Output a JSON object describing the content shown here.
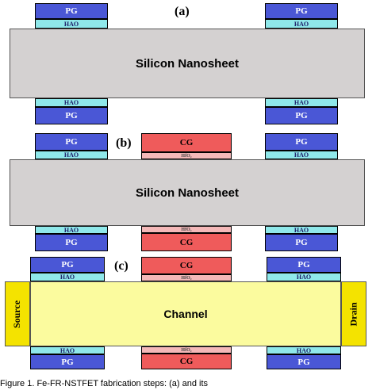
{
  "panels": {
    "a": {
      "label": "(a)",
      "sheet": "Silicon Nanosheet",
      "left_top_pg": "PG",
      "left_top_hao": "HAO",
      "right_top_pg": "PG",
      "right_top_hao": "HAO",
      "left_bottom_hao": "HAO",
      "left_bottom_pg": "PG",
      "right_bottom_hao": "HAO",
      "right_bottom_pg": "PG"
    },
    "b": {
      "label": "(b)",
      "sheet": "Silicon Nanosheet",
      "left_top_pg": "PG",
      "left_top_hao": "HAO",
      "center_top_cg": "CG",
      "center_top_hio": "HfO₂",
      "right_top_pg": "PG",
      "right_top_hao": "HAO",
      "left_bottom_hao": "HAO",
      "left_bottom_pg": "PG",
      "center_bottom_hio": "HfO₂",
      "center_bottom_cg": "CG",
      "right_bottom_hao": "HAO",
      "right_bottom_pg": "PG"
    },
    "c": {
      "label": "(c)",
      "channel": "Channel",
      "source": "Source",
      "drain": "Drain",
      "left_top_pg": "PG",
      "left_top_hao": "HAO",
      "center_top_cg": "CG",
      "center_top_hio": "HfO₂",
      "right_top_pg": "PG",
      "right_top_hao": "HAO",
      "left_bottom_hao": "HAO",
      "left_bottom_pg": "PG",
      "center_bottom_hio": "HfO₂",
      "center_bottom_cg": "CG",
      "right_bottom_hao": "HAO",
      "right_bottom_pg": "PG"
    }
  },
  "caption": "Figure 1. Fe-FR-NSTFET fabrication steps: (a) and its"
}
